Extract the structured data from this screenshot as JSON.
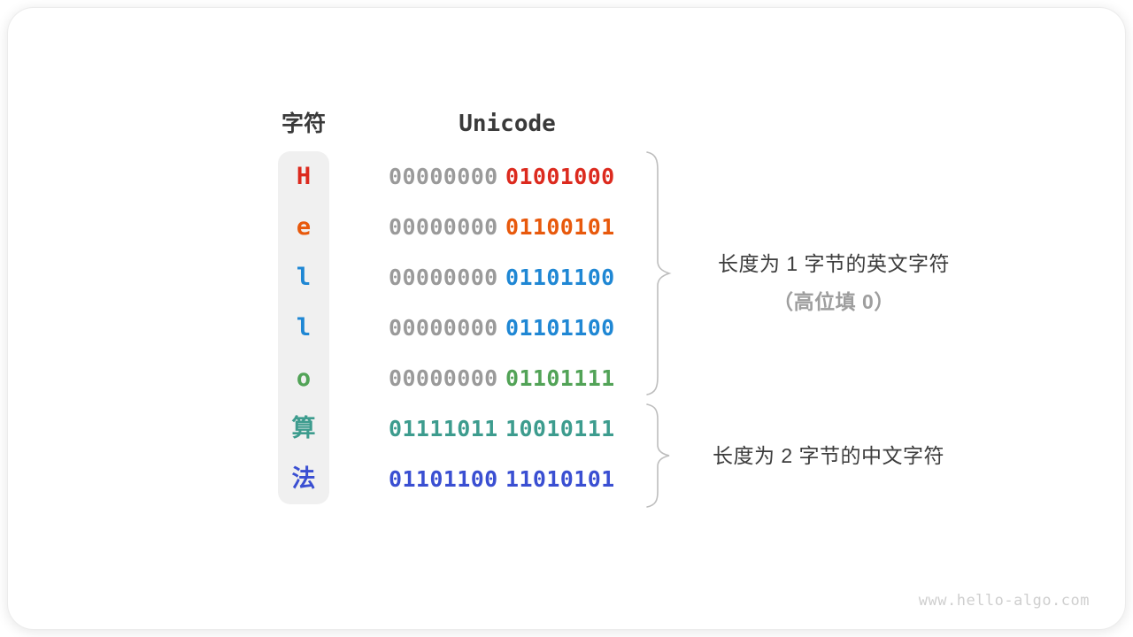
{
  "header": {
    "char_col": "字符",
    "unicode_col": "Unicode"
  },
  "rows": [
    {
      "char": "H",
      "char_color": "#dc2a1e",
      "byte1": "00000000",
      "byte1_color": "#9a9a9a",
      "byte2": "01001000",
      "byte2_color": "#dc2a1e"
    },
    {
      "char": "e",
      "char_color": "#e8590c",
      "byte1": "00000000",
      "byte1_color": "#9a9a9a",
      "byte2": "01100101",
      "byte2_color": "#e8590c"
    },
    {
      "char": "l",
      "char_color": "#1f87d4",
      "byte1": "00000000",
      "byte1_color": "#9a9a9a",
      "byte2": "01101100",
      "byte2_color": "#1f87d4"
    },
    {
      "char": "l",
      "char_color": "#1f87d4",
      "byte1": "00000000",
      "byte1_color": "#9a9a9a",
      "byte2": "01101100",
      "byte2_color": "#1f87d4"
    },
    {
      "char": "o",
      "char_color": "#52a357",
      "byte1": "00000000",
      "byte1_color": "#9a9a9a",
      "byte2": "01101111",
      "byte2_color": "#52a357"
    },
    {
      "char": "算",
      "char_color": "#3d9c8e",
      "byte1": "01111011",
      "byte1_color": "#3d9c8e",
      "byte2": "10010111",
      "byte2_color": "#3d9c8e"
    },
    {
      "char": "法",
      "char_color": "#3a4fd2",
      "byte1": "01101100",
      "byte1_color": "#3a4fd2",
      "byte2": "11010101",
      "byte2_color": "#3a4fd2"
    }
  ],
  "groups": [
    {
      "label_line1": "长度为 1 字节的英文字符",
      "label_line2": "（高位填 0）"
    },
    {
      "label_line1": "长度为 2 字节的中文字符"
    }
  ],
  "watermark": "www.hello-algo.com",
  "colors": {
    "row_background": "#f0f0f0",
    "gray_bits": "#9a9a9a",
    "brace": "#bdbdbd",
    "header_text": "#3a3a3a",
    "label_text": "#3c3c3c",
    "sub_label_text": "#9e9e9e"
  }
}
